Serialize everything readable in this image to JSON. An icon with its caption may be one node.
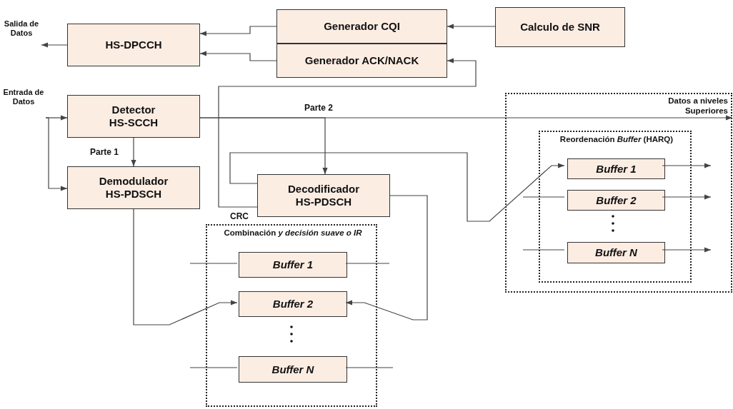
{
  "diagram": {
    "nodes": [
      {
        "text": [
          "HS-DPCCH"
        ]
      },
      {
        "text": [
          "Generador CQI"
        ]
      },
      {
        "text": [
          "Generador ACK/NACK"
        ]
      },
      {
        "text": [
          "Calculo de SNR"
        ]
      },
      {
        "text": [
          "Detector HS-SCCH"
        ]
      },
      {
        "text": [
          "Demodulador HS-PDSCH"
        ]
      },
      {
        "text": [
          "Decodificador HS-PDSCH"
        ]
      },
      {
        "text": [
          "Combinación *y decisión suave o IR*"
        ]
      },
      {
        "text": [
          "*Buffer 1*"
        ],
        "in": 7
      },
      {
        "text": [
          "*Buffer 2*"
        ],
        "in": 7
      },
      {
        "text": [
          "*Buffer N*"
        ],
        "in": 7
      },
      {
        "text": [
          "Datos a niveles Superiores"
        ]
      },
      {
        "text": [
          "Reordenación *Buffer* (HARQ)"
        ],
        "in": 11
      },
      {
        "text": [
          "*Buffer 1*"
        ],
        "in": 12
      },
      {
        "text": [
          "*Buffer 2*"
        ],
        "in": 12
      },
      {
        "text": [
          "*Buffer N*"
        ],
        "in": 12
      },
      {
        "text": [
          "Salida de Datos"
        ]
      },
      {
        "text": [
          "Entrada de Datos"
        ]
      }
    ],
    "edges": [
      {
        "from": 1,
        "to": 0,
        "arrow": "to"
      },
      {
        "from": 2,
        "to": 0,
        "arrow": "to"
      },
      {
        "from": 0,
        "to": 16,
        "arrow": "to"
      },
      {
        "from": 3,
        "to": 1,
        "arrow": "to"
      },
      {
        "from": 6,
        "to": 2,
        "arrow": "to",
        "label": "CRC"
      },
      {
        "from": 17,
        "to": 4,
        "arrow": "to"
      },
      {
        "from": 17,
        "to": 5,
        "arrow": "to"
      },
      {
        "from": 4,
        "to": 5,
        "arrow": "to",
        "label": "Parte 1"
      },
      {
        "from": 4,
        "to": 6,
        "arrow": "to",
        "label": "Parte 2"
      },
      {
        "from": 4,
        "to": 11,
        "arrow": "to"
      },
      {
        "from": 5,
        "to": 9,
        "arrow": "to"
      },
      {
        "from": 6,
        "to": 9,
        "arrow": "to"
      },
      {
        "from": 6,
        "to": 13,
        "arrow": "to"
      },
      {
        "from": 13,
        "to": null,
        "arrow": "to"
      },
      {
        "from": null,
        "to": 14,
        "arrow": "none"
      },
      {
        "from": 14,
        "to": null,
        "arrow": "to"
      },
      {
        "from": null,
        "to": 15,
        "arrow": "none"
      },
      {
        "from": 15,
        "to": null,
        "arrow": "to"
      },
      {
        "from": null,
        "to": 8,
        "arrow": "none"
      },
      {
        "from": 8,
        "to": null,
        "arrow": "none"
      },
      {
        "from": null,
        "to": 10,
        "arrow": "none"
      },
      {
        "from": 10,
        "to": null,
        "arrow": "none"
      }
    ]
  }
}
